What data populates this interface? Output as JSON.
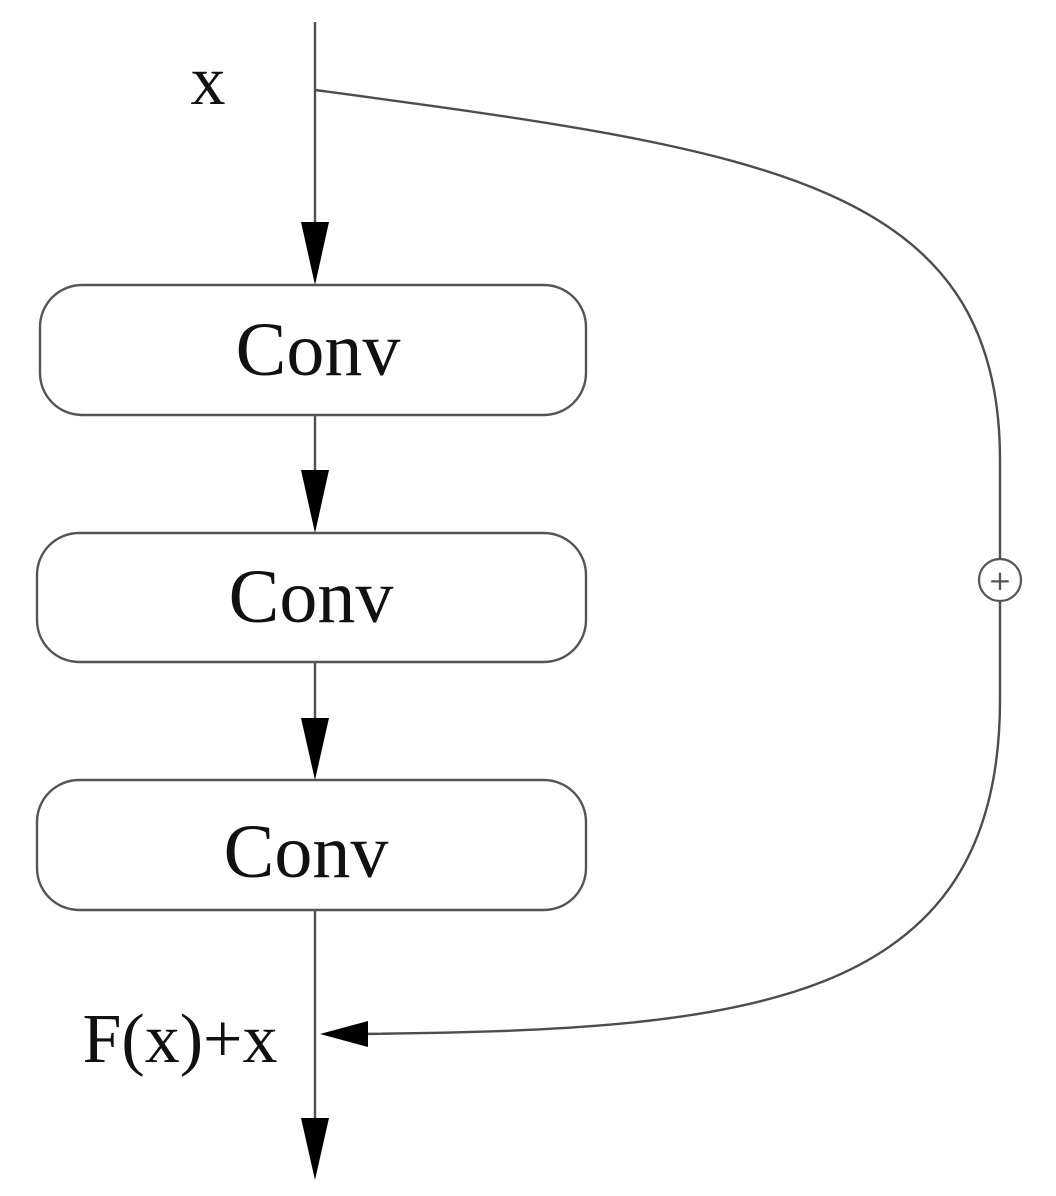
{
  "input_label": "x",
  "blocks": [
    "Conv",
    "Conv",
    "Conv"
  ],
  "plus_symbol": "+",
  "output_label": "F(x)+x",
  "colors": {
    "line": "#4d4d4d",
    "box_border": "#555555",
    "arrowhead": "#000000",
    "text": "#111111"
  }
}
